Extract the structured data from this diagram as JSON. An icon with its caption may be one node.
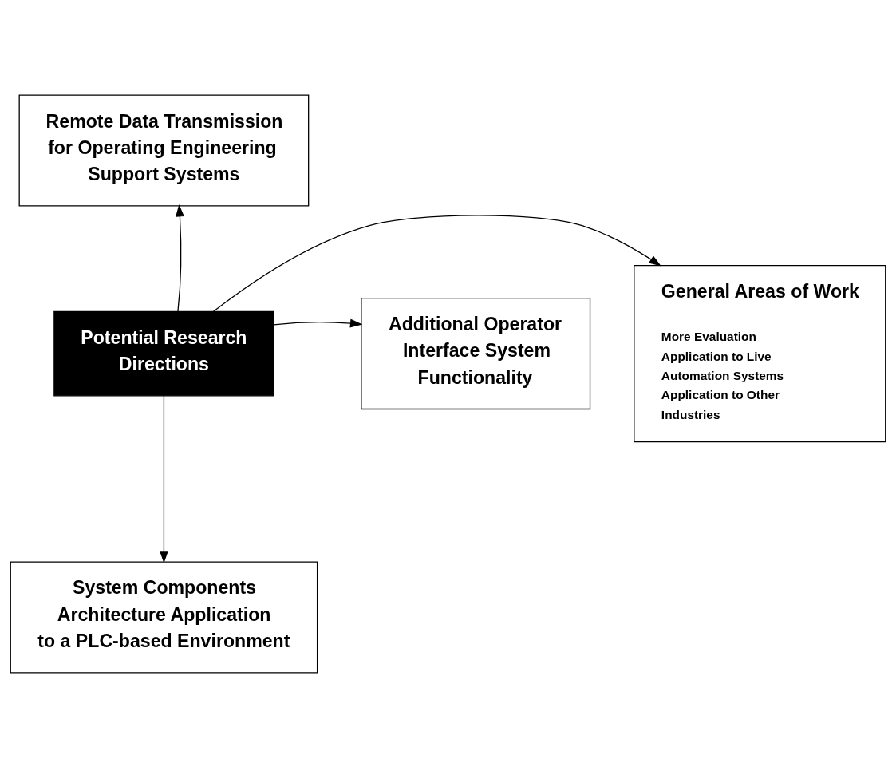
{
  "diagram": {
    "nodes": [
      {
        "text": [
          "Remote Data Transmission for Operating Engineering Support Systems"
        ]
      },
      {
        "text": [
          "General Areas of Work",
          "More Evaluation",
          "Application to Live Automation Systems",
          "Application to Other Industries"
        ]
      },
      {
        "text": [
          "Potential Research Directions"
        ]
      },
      {
        "text": [
          "Additional Operator Interface System Functionality"
        ]
      },
      {
        "text": [
          "System Components Architecture Application to a PLC-based Environment"
        ]
      }
    ],
    "edges": [
      {
        "from": 2,
        "to": 0,
        "arrow": "to"
      },
      {
        "from": 2,
        "to": 1,
        "arrow": "to"
      },
      {
        "from": 2,
        "to": 3,
        "arrow": "to"
      },
      {
        "from": 2,
        "to": 4,
        "arrow": "to"
      }
    ]
  }
}
